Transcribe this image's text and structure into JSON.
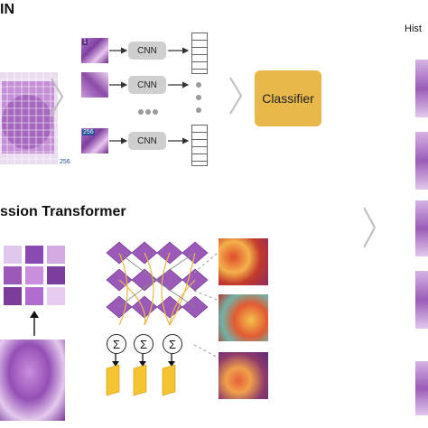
{
  "top": {
    "title": "IN",
    "tile_numbers": [
      "1",
      "256"
    ],
    "grid_count": "256",
    "cnn_label": "CNN",
    "classifier_label": "Classifier"
  },
  "bottom": {
    "title": "ssion Transformer",
    "sigma_symbol": "Σ"
  },
  "right": {
    "header": "Hist"
  },
  "colors": {
    "classifier": "#e8b84b",
    "cnn_box": "#cfcfcf",
    "ring": "#e8b84b",
    "arrow_out": "#f5c431"
  }
}
